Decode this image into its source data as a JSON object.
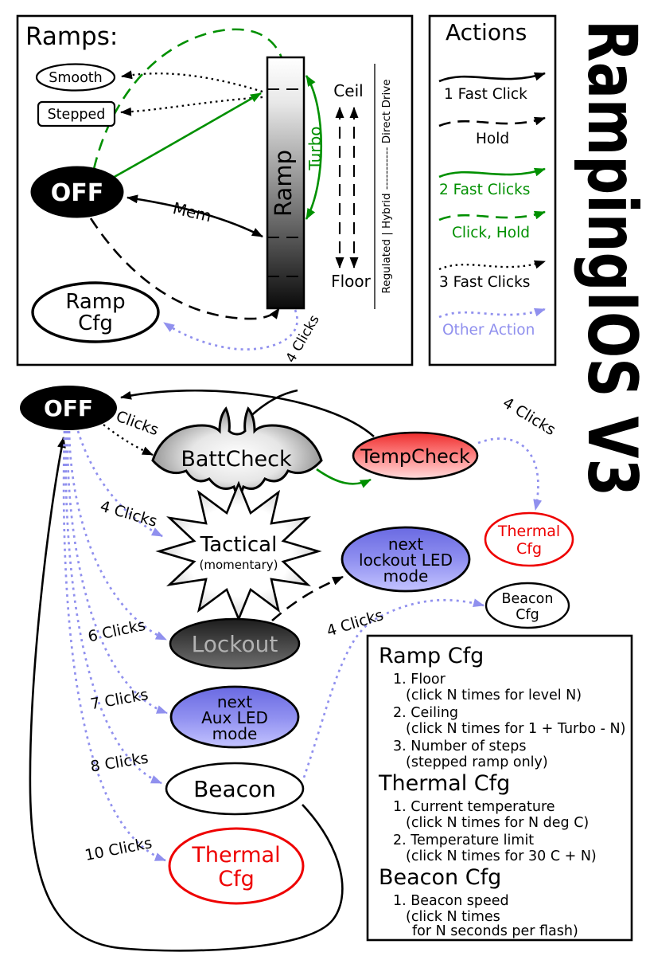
{
  "title": "RampingIOS V3",
  "colors": {
    "green": "#009000",
    "lavender": "#9090ee",
    "red": "#ee0000",
    "black": "#000000"
  },
  "ramps_box": {
    "title": "Ramps:",
    "smooth": "Smooth",
    "stepped": "Stepped",
    "off": "OFF",
    "ramp": "Ramp",
    "turbo": "Turbo",
    "ceil": "Ceil",
    "floor": "Floor",
    "mem": "Mem",
    "four_clicks": "4 Clicks",
    "ramp_cfg": [
      "Ramp",
      "Cfg"
    ],
    "drive_axis": "Regulated | Hybrid ----------- Direct Drive"
  },
  "actions_box": {
    "title": "Actions",
    "items": [
      {
        "label": "1 Fast Click"
      },
      {
        "label": "Hold"
      },
      {
        "label": "2 Fast Clicks"
      },
      {
        "label": "Click, Hold"
      },
      {
        "label": "3 Fast Clicks"
      },
      {
        "label": "Other Action"
      }
    ]
  },
  "diagram": {
    "off": "OFF",
    "battcheck": "BattCheck",
    "tempcheck": "TempCheck",
    "thermal_cfg_small": [
      "Thermal",
      "Cfg"
    ],
    "tactical": [
      "Tactical",
      "(momentary)"
    ],
    "lockout_led_mode": [
      "next",
      "lockout LED",
      "mode"
    ],
    "beacon_cfg": [
      "Beacon",
      "Cfg"
    ],
    "lockout": "Lockout",
    "aux_led_mode": [
      "next",
      "Aux LED",
      "mode"
    ],
    "beacon": "Beacon",
    "thermal_cfg": [
      "Thermal",
      "Cfg"
    ],
    "labels": {
      "clicks3": "3 Clicks",
      "clicks4_tactical": "4 Clicks",
      "clicks4_thermal": "4 Clicks",
      "clicks4_beacon": "4 Clicks",
      "clicks6": "6 Clicks",
      "clicks7": "7 Clicks",
      "clicks8": "8 Clicks",
      "clicks10": "10 Clicks"
    }
  },
  "config_panel": {
    "sections": [
      {
        "title": "Ramp Cfg",
        "items": [
          {
            "line": "1. Floor",
            "note": "(click N times for level N)"
          },
          {
            "line": "2. Ceiling",
            "note": "(click N times for 1 + Turbo - N)"
          },
          {
            "line": "3. Number of steps",
            "note": "(stepped ramp only)"
          }
        ]
      },
      {
        "title": "Thermal Cfg",
        "items": [
          {
            "line": "1. Current temperature",
            "note": "(click N times for N deg C)"
          },
          {
            "line": "2. Temperature limit",
            "note": "(click N times for 30 C + N)"
          }
        ]
      },
      {
        "title": "Beacon Cfg",
        "items": [
          {
            "line": "1. Beacon speed",
            "note": "(click N times",
            "note2": "for N seconds per flash)"
          }
        ]
      }
    ]
  }
}
